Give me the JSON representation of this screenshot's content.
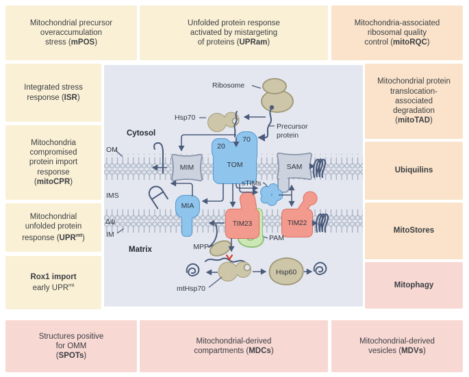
{
  "palette": {
    "cream": "#faf0d5",
    "peach": "#fae3ca",
    "pink": "#f8d8d3",
    "diagram_bg": "#e4e7ef",
    "line": "#4a5a7a",
    "red_accent": "#d93a2b",
    "blue_protein": "#8fc4ec",
    "grey_protein": "#ccd2de",
    "salmon_protein": "#f29a8d",
    "green_protein": "#cbe7b5",
    "tan_protein": "#cdc6a8"
  },
  "boxes": {
    "mpos": {
      "tone": "cream",
      "segments": [
        {
          "t": "Mitochondrial precursor"
        },
        {
          "br": true
        },
        {
          "t": "overaccumulation"
        },
        {
          "br": true
        },
        {
          "t": "stress ("
        },
        {
          "t": "mPOS",
          "b": true
        },
        {
          "t": ")"
        }
      ]
    },
    "upram": {
      "tone": "cream",
      "segments": [
        {
          "t": "Unfolded protein response"
        },
        {
          "br": true
        },
        {
          "t": "activated by mistargeting"
        },
        {
          "br": true
        },
        {
          "t": "of proteins ("
        },
        {
          "t": "UPRam",
          "b": true
        },
        {
          "t": ")"
        }
      ]
    },
    "mitorqc": {
      "tone": "peach",
      "segments": [
        {
          "t": "Mitochondria-associated"
        },
        {
          "br": true
        },
        {
          "t": "ribosomal quality"
        },
        {
          "br": true
        },
        {
          "t": "control ("
        },
        {
          "t": "mitoRQC",
          "b": true
        },
        {
          "t": ")"
        }
      ]
    },
    "isr": {
      "tone": "cream",
      "segments": [
        {
          "t": "Integrated stress"
        },
        {
          "br": true
        },
        {
          "t": "response ("
        },
        {
          "t": "ISR",
          "b": true
        },
        {
          "t": ")"
        }
      ]
    },
    "mitocpr": {
      "tone": "cream",
      "segments": [
        {
          "t": "Mitochondria"
        },
        {
          "br": true
        },
        {
          "t": "compromised"
        },
        {
          "br": true
        },
        {
          "t": "protein import"
        },
        {
          "br": true
        },
        {
          "t": "response"
        },
        {
          "br": true
        },
        {
          "t": "("
        },
        {
          "t": "mitoCPR",
          "b": true
        },
        {
          "t": ")"
        }
      ]
    },
    "uprmt": {
      "tone": "cream",
      "segments": [
        {
          "t": "Mitochondrial"
        },
        {
          "br": true
        },
        {
          "t": "unfolded protein"
        },
        {
          "br": true
        },
        {
          "t": "response ("
        },
        {
          "t": "UPR",
          "b": true
        },
        {
          "t": "mt",
          "b": true,
          "sup": true
        },
        {
          "t": ")"
        }
      ]
    },
    "rox1": {
      "tone": "cream",
      "segments": [
        {
          "t": "Rox1 import",
          "b": true
        },
        {
          "br": true
        },
        {
          "t": "early UPR"
        },
        {
          "t": "mt",
          "sup": true
        }
      ]
    },
    "mitotad": {
      "tone": "peach",
      "segments": [
        {
          "t": "Mitochondrial protein"
        },
        {
          "br": true
        },
        {
          "t": "translocation-"
        },
        {
          "br": true
        },
        {
          "t": "associated"
        },
        {
          "br": true
        },
        {
          "t": "degradation"
        },
        {
          "br": true
        },
        {
          "t": "("
        },
        {
          "t": "mitoTAD",
          "b": true
        },
        {
          "t": ")"
        }
      ]
    },
    "ubiquilins": {
      "tone": "peach",
      "segments": [
        {
          "t": "Ubiquilins",
          "b": true
        }
      ]
    },
    "mitostores": {
      "tone": "peach",
      "segments": [
        {
          "t": "MitoStores",
          "b": true
        }
      ]
    },
    "mitophagy": {
      "tone": "pink",
      "segments": [
        {
          "t": "Mitophagy",
          "b": true
        }
      ]
    },
    "spots": {
      "tone": "pink",
      "segments": [
        {
          "t": "Structures positive"
        },
        {
          "br": true
        },
        {
          "t": "for OMM"
        },
        {
          "br": true
        },
        {
          "t": "("
        },
        {
          "t": "SPOTs",
          "b": true
        },
        {
          "t": ")"
        }
      ]
    },
    "mdcs": {
      "tone": "pink",
      "segments": [
        {
          "t": "Mitochondrial-derived"
        },
        {
          "br": true
        },
        {
          "t": "compartments ("
        },
        {
          "t": "MDCs",
          "b": true
        },
        {
          "t": ")"
        }
      ]
    },
    "mdvs": {
      "tone": "pink",
      "segments": [
        {
          "t": "Mitochondrial-derived"
        },
        {
          "br": true
        },
        {
          "t": "vesicles ("
        },
        {
          "t": "MDVs",
          "b": true
        },
        {
          "t": ")"
        }
      ]
    }
  },
  "diagram": {
    "labels": {
      "cytosol": "Cytosol",
      "om": "OM",
      "ims": "IMS",
      "delta_psi": "Δψ",
      "im": "IM",
      "matrix": "Matrix",
      "ribosome": "Ribosome",
      "hsp70": "Hsp70",
      "precursor_line1": "Precursor",
      "precursor_line2": "protein",
      "stims": "sTIMs",
      "pam": "PAM",
      "mpp": "MPP",
      "mthsp70": "mtHsp70"
    },
    "proteins": {
      "mim": "MIM",
      "tom": "TOM",
      "tom20": "20",
      "tom70": "70",
      "sam": "SAM",
      "mia": "MIA",
      "tim23": "TIM23",
      "tim22": "TIM22",
      "hsp60": "Hsp60"
    }
  }
}
